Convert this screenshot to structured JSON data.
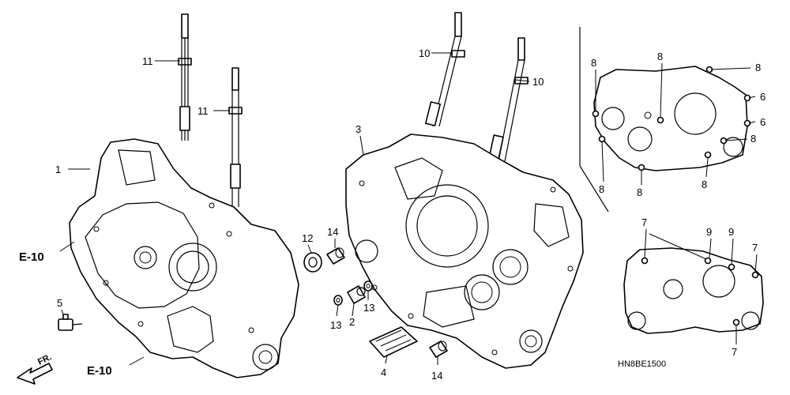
{
  "callouts": {
    "c1": "1",
    "c2": "2",
    "c3": "3",
    "c4": "4",
    "c5": "5",
    "c6a": "6",
    "c6b": "6",
    "c7a": "7",
    "c7b": "7",
    "c7c": "7",
    "c8a": "8",
    "c8b": "8",
    "c8c": "8",
    "c8d": "8",
    "c8e": "8",
    "c8f": "8",
    "c8g": "8",
    "c9a": "9",
    "c9b": "9",
    "c10a": "10",
    "c10b": "10",
    "c11a": "11",
    "c11b": "11",
    "c12": "12",
    "c13a": "13",
    "c13b": "13",
    "c14a": "14",
    "c14b": "14"
  },
  "refs": {
    "e10_upper": "E-10",
    "e10_lower": "E-10"
  },
  "direction_label": "FR.",
  "diagram_code": "HN8BE1500",
  "colors": {
    "line": "#000000",
    "background": "#ffffff"
  }
}
